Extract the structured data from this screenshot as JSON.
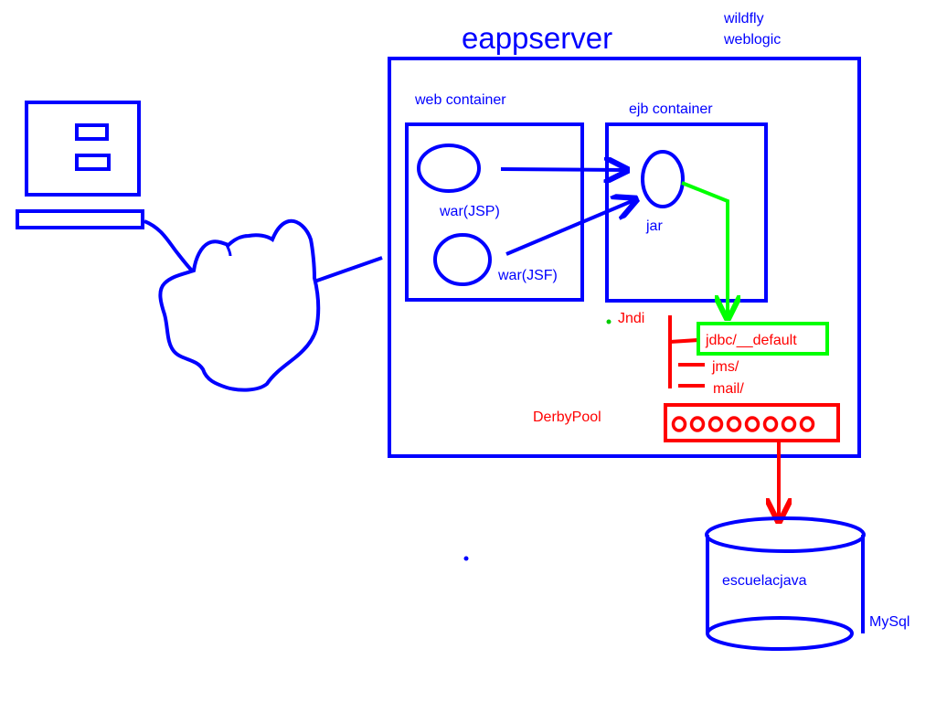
{
  "app_server": {
    "title": "eappserver",
    "products": [
      "wildfly",
      "weblogic"
    ]
  },
  "web_container": {
    "label": "web container",
    "modules": [
      "war(JSP)",
      "war(JSF)"
    ]
  },
  "ejb_container": {
    "label": "ejb container",
    "module": "jar"
  },
  "jndi": {
    "label": "Jndi",
    "entries": [
      "jdbc/__default",
      "jms/",
      "mail/"
    ]
  },
  "pool": {
    "label": "DerbyPool",
    "connection_count": 8
  },
  "database": {
    "name": "escuelacjava",
    "engine": "MySql"
  },
  "colors": {
    "blue": "#0000ff",
    "red": "#ff0000",
    "green": "#00ff00"
  }
}
